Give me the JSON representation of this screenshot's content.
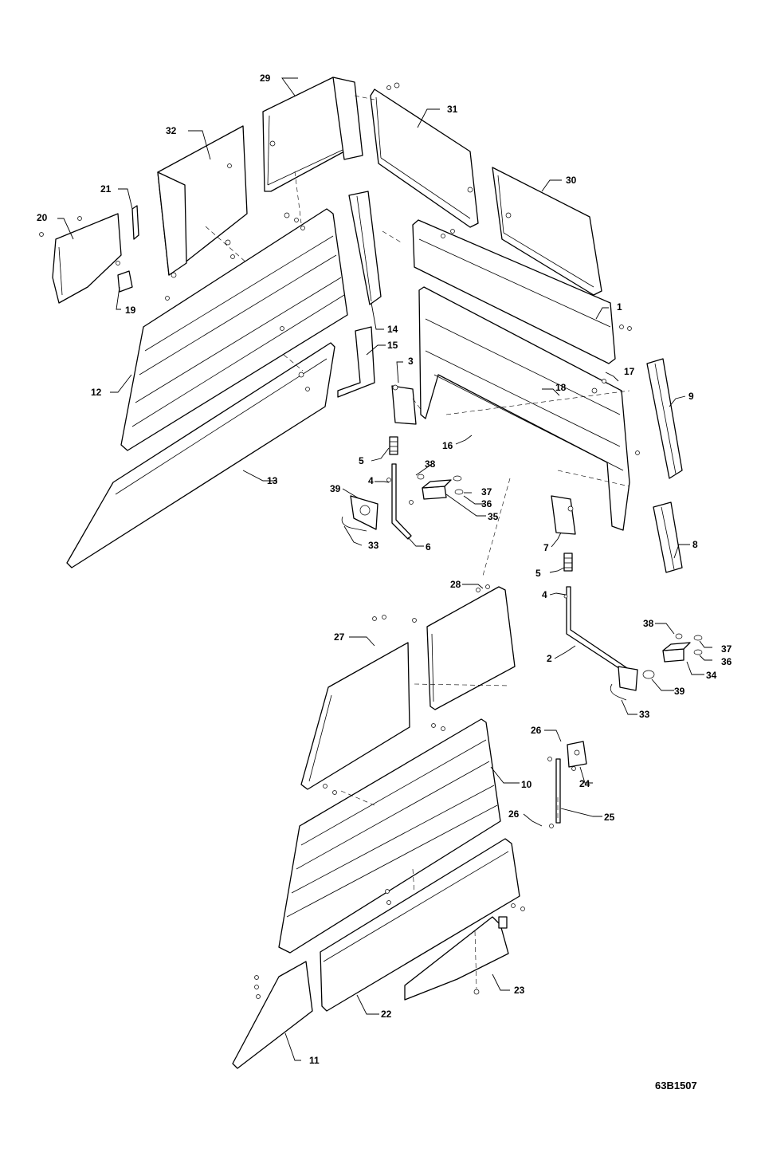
{
  "diagram": {
    "callouts": [
      {
        "id": "c1",
        "text": "1"
      },
      {
        "id": "c2",
        "text": "2"
      },
      {
        "id": "c3",
        "text": "3"
      },
      {
        "id": "c4a",
        "text": "4"
      },
      {
        "id": "c4b",
        "text": "4"
      },
      {
        "id": "c5a",
        "text": "5"
      },
      {
        "id": "c5b",
        "text": "5"
      },
      {
        "id": "c6",
        "text": "6"
      },
      {
        "id": "c7",
        "text": "7"
      },
      {
        "id": "c8",
        "text": "8"
      },
      {
        "id": "c9",
        "text": "9"
      },
      {
        "id": "c10",
        "text": "10"
      },
      {
        "id": "c11",
        "text": "11"
      },
      {
        "id": "c12",
        "text": "12"
      },
      {
        "id": "c13",
        "text": "13"
      },
      {
        "id": "c14",
        "text": "14"
      },
      {
        "id": "c15",
        "text": "15"
      },
      {
        "id": "c16",
        "text": "16"
      },
      {
        "id": "c17",
        "text": "17"
      },
      {
        "id": "c18",
        "text": "18"
      },
      {
        "id": "c19",
        "text": "19"
      },
      {
        "id": "c20",
        "text": "20"
      },
      {
        "id": "c21",
        "text": "21"
      },
      {
        "id": "c22",
        "text": "22"
      },
      {
        "id": "c23",
        "text": "23"
      },
      {
        "id": "c24",
        "text": "24"
      },
      {
        "id": "c25",
        "text": "25"
      },
      {
        "id": "c26a",
        "text": "26"
      },
      {
        "id": "c26b",
        "text": "26"
      },
      {
        "id": "c27",
        "text": "27"
      },
      {
        "id": "c28",
        "text": "28"
      },
      {
        "id": "c29",
        "text": "29"
      },
      {
        "id": "c30",
        "text": "30"
      },
      {
        "id": "c31",
        "text": "31"
      },
      {
        "id": "c32",
        "text": "32"
      },
      {
        "id": "c33a",
        "text": "33"
      },
      {
        "id": "c33b",
        "text": "33"
      },
      {
        "id": "c34",
        "text": "34"
      },
      {
        "id": "c35",
        "text": "35"
      },
      {
        "id": "c36a",
        "text": "36"
      },
      {
        "id": "c36b",
        "text": "36"
      },
      {
        "id": "c37a",
        "text": "37"
      },
      {
        "id": "c37b",
        "text": "37"
      },
      {
        "id": "c38a",
        "text": "38"
      },
      {
        "id": "c38b",
        "text": "38"
      },
      {
        "id": "c39a",
        "text": "39"
      },
      {
        "id": "c39b",
        "text": "39"
      }
    ],
    "drawing_number": "63B1507"
  }
}
